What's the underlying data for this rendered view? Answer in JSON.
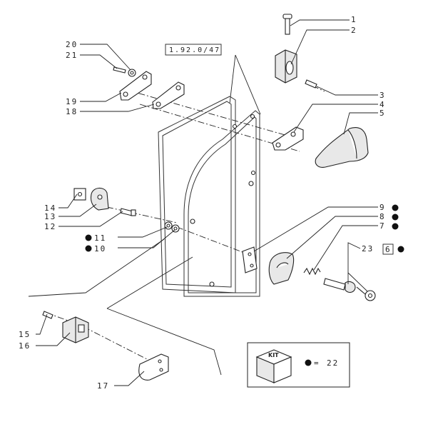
{
  "diagram": {
    "reference_code": "1.92.0/47",
    "callouts": [
      {
        "id": "c1",
        "number": "1",
        "bullet": false
      },
      {
        "id": "c2",
        "number": "2",
        "bullet": false
      },
      {
        "id": "c3",
        "number": "3",
        "bullet": false
      },
      {
        "id": "c4",
        "number": "4",
        "bullet": false
      },
      {
        "id": "c5",
        "number": "5",
        "bullet": false
      },
      {
        "id": "c6",
        "number": "6",
        "bullet": true,
        "boxed": true
      },
      {
        "id": "c7",
        "number": "7",
        "bullet": true
      },
      {
        "id": "c8",
        "number": "8",
        "bullet": true
      },
      {
        "id": "c9",
        "number": "9",
        "bullet": true
      },
      {
        "id": "c10",
        "number": "10",
        "bullet": true
      },
      {
        "id": "c11",
        "number": "11",
        "bullet": true
      },
      {
        "id": "c12",
        "number": "12",
        "bullet": false
      },
      {
        "id": "c13",
        "number": "13",
        "bullet": false
      },
      {
        "id": "c14",
        "number": "14",
        "bullet": false
      },
      {
        "id": "c15",
        "number": "15",
        "bullet": false
      },
      {
        "id": "c16",
        "number": "16",
        "bullet": false
      },
      {
        "id": "c17",
        "number": "17",
        "bullet": false
      },
      {
        "id": "c18",
        "number": "18",
        "bullet": false
      },
      {
        "id": "c19",
        "number": "19",
        "bullet": false
      },
      {
        "id": "c20",
        "number": "20",
        "bullet": false
      },
      {
        "id": "c21",
        "number": "21",
        "bullet": false
      },
      {
        "id": "c23",
        "number": "23",
        "bullet": false
      }
    ],
    "kit_legend": {
      "kit_label": "KIT",
      "equals": "=",
      "kit_number": "22"
    }
  }
}
